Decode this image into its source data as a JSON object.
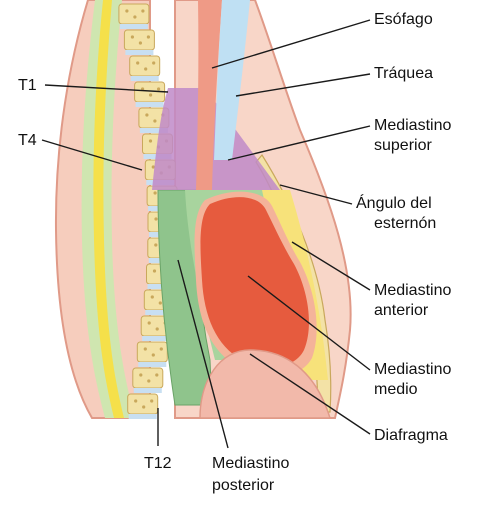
{
  "labels": {
    "esofago": "Esófago",
    "traquea": "Tráquea",
    "mediastino_superior_1": "Mediastino",
    "mediastino_superior_2": "superior",
    "angulo_1": "Ángulo del",
    "angulo_2": "esternón",
    "mediastino_anterior_1": "Mediastino",
    "mediastino_anterior_2": "anterior",
    "mediastino_medio_1": "Mediastino",
    "mediastino_medio_2": "medio",
    "diafragma": "Diafragma",
    "t1": "T1",
    "t4": "T4",
    "t12": "T12",
    "mediastino_posterior_1": "Mediastino",
    "mediastino_posterior_2": "posterior"
  },
  "colors": {
    "skin": "#f6cdbd",
    "skin_edge": "#e09a88",
    "spinal_cord": "#f5e04a",
    "cord_sheath": "#cfe6b0",
    "vertebra": "#f3e2a6",
    "vertebra_spot": "#c9a85c",
    "disc": "#c8dff2",
    "esophagus": "#ef9a86",
    "trachea": "#bfe0f3",
    "superior": "#c08ac8",
    "posterior": "#8fc48c",
    "anterior": "#f7e27a",
    "heart": "#e65b3e",
    "pericardium": "#f4b39a",
    "diaphragm": "#f2b9aa"
  }
}
